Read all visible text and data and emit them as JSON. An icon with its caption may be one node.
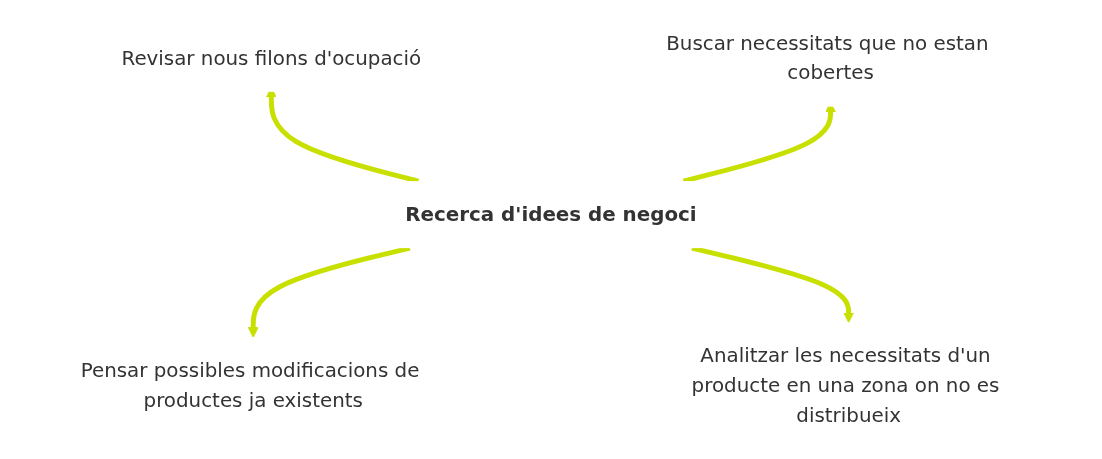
{
  "diagram": {
    "nodes": [
      {
        "text": [
          "Revisar nous filons d'ocupació"
        ]
      },
      {
        "text": [
          "Buscar necessitats que no estan cobertes"
        ]
      },
      {
        "text": [
          "Recerca d'idees de negoci"
        ]
      },
      {
        "text": [
          "Pensar possibles modificacions de productes ja existents"
        ]
      },
      {
        "text": [
          "Analitzar les necessitats d'un producte en una zona on no es distribueix"
        ]
      }
    ],
    "edges": [
      {
        "from": 2,
        "to": 0,
        "arrow": "to"
      },
      {
        "from": 2,
        "to": 1,
        "arrow": "to"
      },
      {
        "from": 2,
        "to": 3,
        "arrow": "to"
      },
      {
        "from": 2,
        "to": 4,
        "arrow": "to"
      }
    ]
  }
}
